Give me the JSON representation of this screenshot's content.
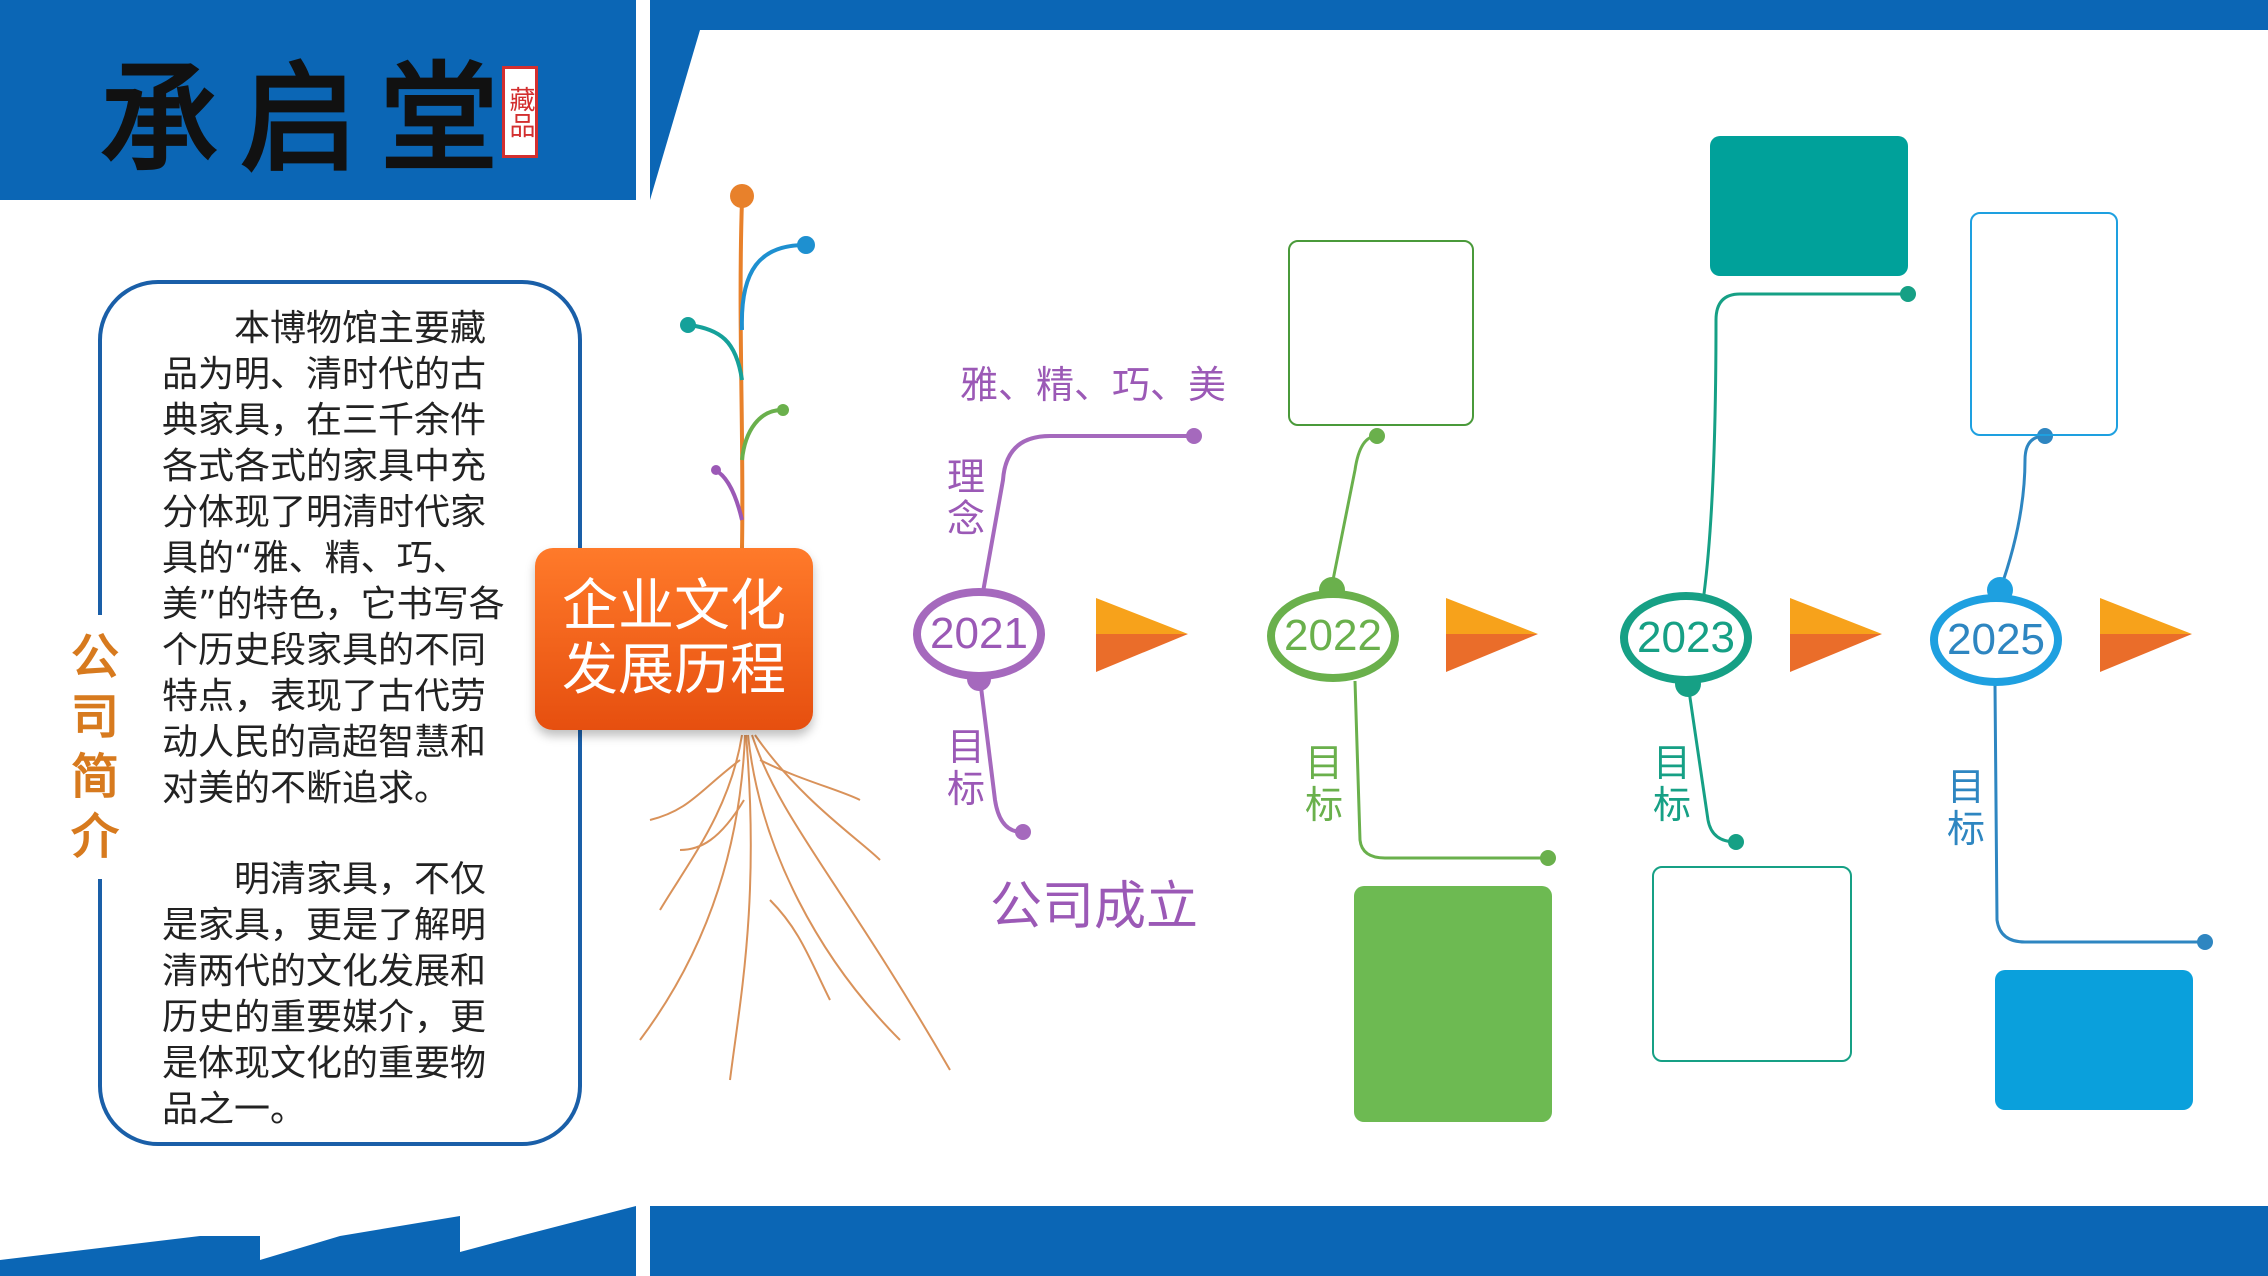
{
  "header": {
    "brand_title": "承启堂",
    "seal_text": "藏品"
  },
  "intro": {
    "label": "公司简介",
    "paragraph_1": "本博物馆主要藏品为明、清时代的古典家具，在三千余件各式各式的家具中充分体现了明清时代家具的“雅、精、巧、美”的特色，它书写各个历史段家具的不同特点，表现了古代劳动人民的高超智慧和对美的不断追求。",
    "paragraph_2": "明清家具，不仅是家具，更是了解明清两代的文化发展和历史的重要媒介，更是体现文化的重要物品之一。"
  },
  "center_title": "企业文化发展历程",
  "timeline": {
    "y2021": {
      "year": "2021",
      "concept_label": "理念",
      "concept_text": "雅、精、巧、美",
      "goal_label": "目标",
      "goal_text": "公司成立",
      "color": "#9b59b6"
    },
    "y2022": {
      "year": "2022",
      "goal_label": "目标",
      "color": "#6ab04c"
    },
    "y2023": {
      "year": "2023",
      "goal_label": "目标",
      "color": "#16a085"
    },
    "y2025": {
      "year": "2025",
      "goal_label": "目标",
      "color": "#2e86c1"
    }
  },
  "colors": {
    "header_blue": "#0b66b5",
    "accent_orange": "#f07a1a",
    "card_green": "#6dba52",
    "card_teal": "#00a19a",
    "card_blue": "#0aa0dc"
  }
}
